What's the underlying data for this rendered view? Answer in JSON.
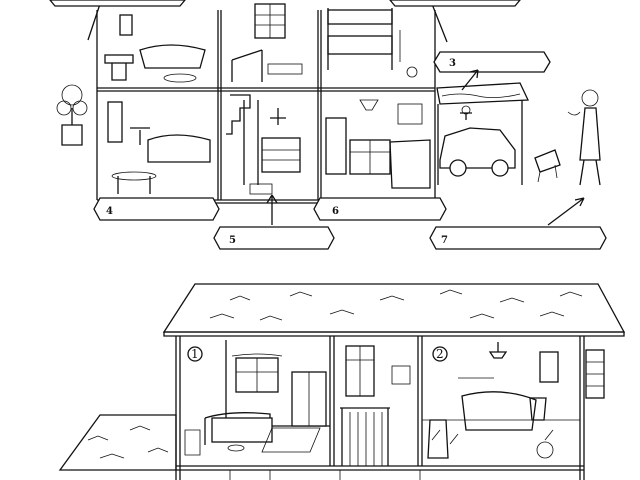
{
  "top_house": {
    "label_boxes": [
      {
        "id": "box-3",
        "number": "3"
      },
      {
        "id": "box-4",
        "number": "4"
      },
      {
        "id": "box-5",
        "number": "5"
      },
      {
        "id": "box-6",
        "number": "6"
      },
      {
        "id": "box-7",
        "number": "7"
      }
    ]
  },
  "bottom_house": {
    "room_markers": [
      {
        "id": "marker-1",
        "number": "1"
      },
      {
        "id": "marker-2",
        "number": "2"
      }
    ]
  }
}
